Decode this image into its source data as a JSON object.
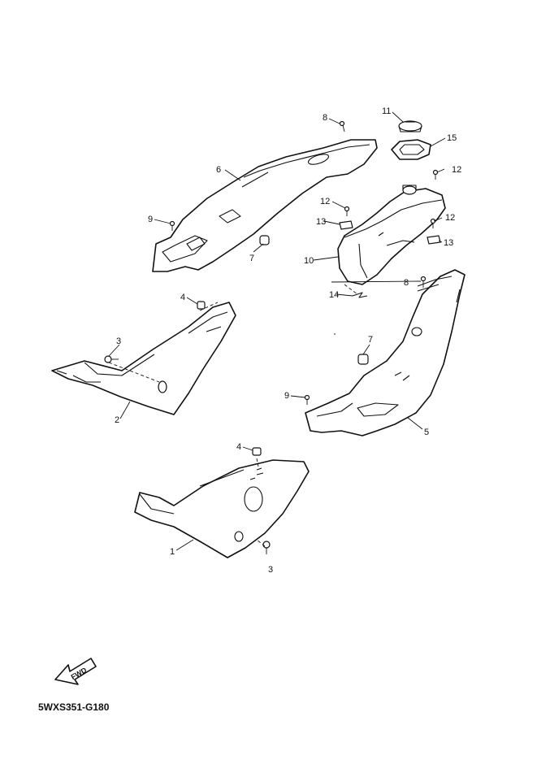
{
  "diagram_code": "5WXS351-G180",
  "fwd_label": "FWD",
  "callouts": {
    "c1": "1",
    "c2": "2",
    "c3a": "3",
    "c3b": "3",
    "c4a": "4",
    "c4b": "4",
    "c5": "5",
    "c6": "6",
    "c7a": "7",
    "c7b": "7",
    "c8a": "8",
    "c8b": "8",
    "c9a": "9",
    "c9b": "9",
    "c10": "10",
    "c11": "11",
    "c12a": "12",
    "c12b": "12",
    "c12c": "12",
    "c13a": "13",
    "c13b": "13",
    "c14": "14",
    "c15": "15"
  }
}
